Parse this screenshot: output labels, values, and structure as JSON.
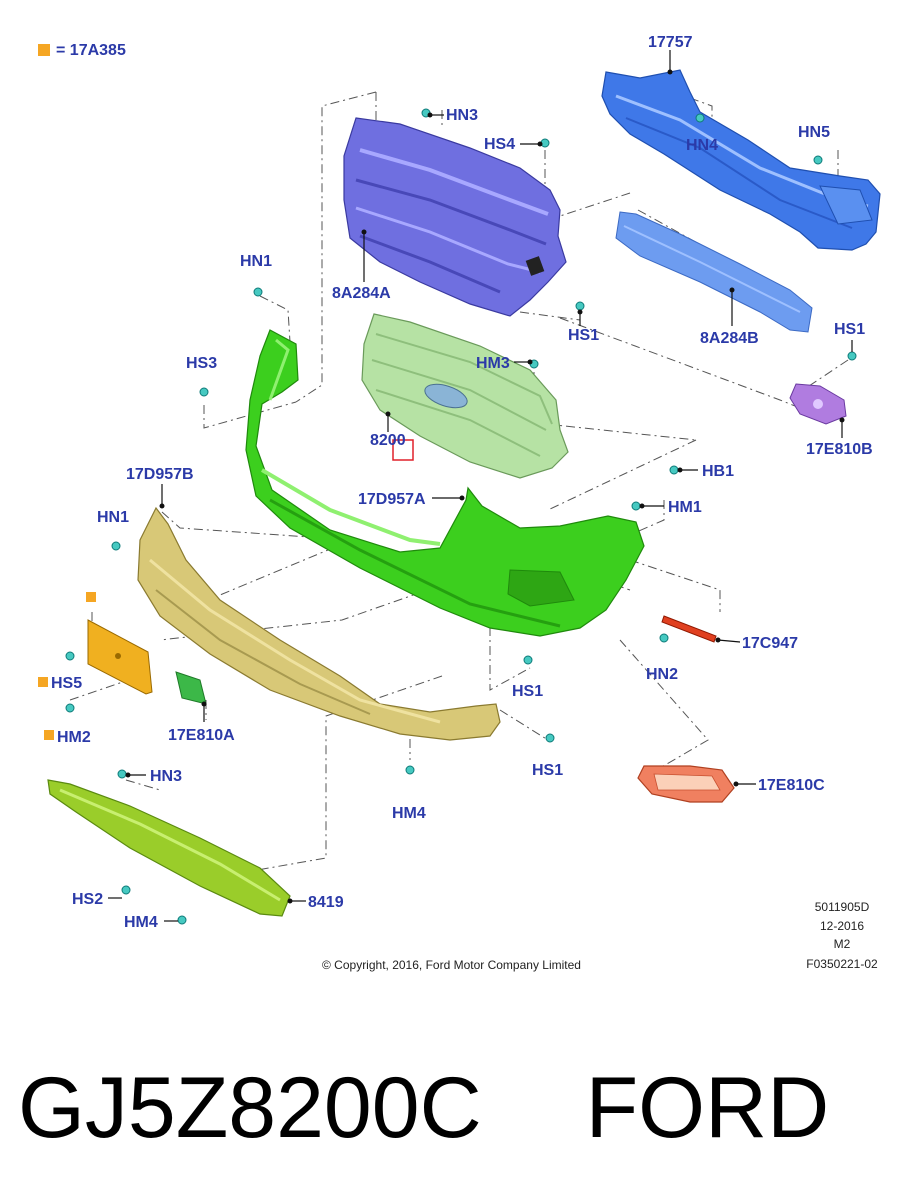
{
  "legend": {
    "marker_color": "#f5a623",
    "text": "= 17A385"
  },
  "labels": {
    "p17757": "17757",
    "hn3_top": "HN3",
    "hs4": "HS4",
    "hn4": "HN4",
    "hn5": "HN5",
    "hn1_top": "HN1",
    "p8a284a": "8A284A",
    "hs1_upper": "HS1",
    "p8a284b": "8A284B",
    "hs1_right": "HS1",
    "hs3": "HS3",
    "hm3": "HM3",
    "p8200": "8200",
    "p17e810b": "17E810B",
    "p17d957b": "17D957B",
    "hb1": "HB1",
    "p17d957a": "17D957A",
    "hm1": "HM1",
    "hn1_left": "HN1",
    "p17c947": "17C947",
    "hn2": "HN2",
    "hs5": "HS5",
    "hs1_mid": "HS1",
    "hm2": "HM2",
    "p17e810a": "17E810A",
    "hs1_low": "HS1",
    "hn3_low": "HN3",
    "p17e810c": "17E810C",
    "hm4_mid": "HM4",
    "hs2": "HS2",
    "p8419": "8419",
    "hm4_low": "HM4"
  },
  "footer": {
    "copyright": "© Copyright, 2016, Ford Motor Company Limited",
    "doc_id": "5011905D",
    "date": "12-2016",
    "m2": "M2",
    "ref": "F0350221-02"
  },
  "caption": {
    "part_number": "GJ5Z8200C",
    "brand": "FORD"
  },
  "colors": {
    "label_blue": "#2b3aa8",
    "grille_frame": "#6f6fe0",
    "reinforcement": "#3f78e8",
    "absorber": "#6d9cf0",
    "bumper_cover": "#3ccf1e",
    "grille_insert": "#b6e2a4",
    "lower_cover": "#d8c877",
    "skid_plate": "#9acd2a",
    "bracket_purple": "#b07ce0",
    "bezel_orange": "#f08060",
    "plate_bracket": "#f0b020",
    "fastener_cyan": "#46c9c1",
    "highlight_red": "#e0202a"
  }
}
